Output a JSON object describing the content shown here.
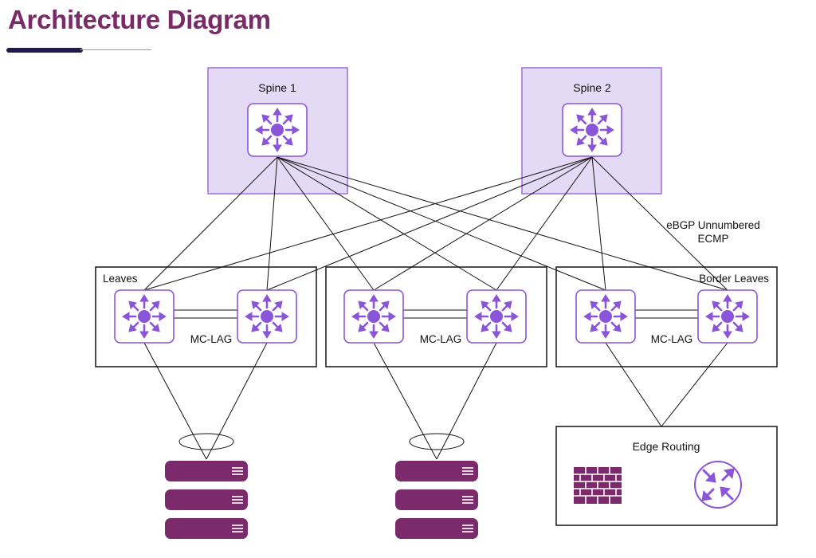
{
  "title": "Architecture Diagram",
  "colors": {
    "title": "#7a2a66",
    "spine_fill": "#e5daf6",
    "spine_border": "#9b6fd6",
    "switch_icon": "#8a55d9",
    "server": "#7b2a6b",
    "firewall": "#7b2a6b",
    "lines": "#111111"
  },
  "spines": [
    {
      "label": "Spine 1",
      "icon": "switch-icon"
    },
    {
      "label": "Spine 2",
      "icon": "switch-icon"
    }
  ],
  "leaf_groups": [
    {
      "label": "Leaves",
      "mclag_label": "MC-LAG"
    },
    {
      "label": "",
      "mclag_label": "MC-LAG"
    },
    {
      "label": "Border Leaves",
      "mclag_label": "MC-LAG"
    }
  ],
  "annotation": {
    "line1": "eBGP Unnumbered",
    "line2": "ECMP"
  },
  "edge_routing": {
    "label": "Edge Routing",
    "icons": [
      "firewall-icon",
      "router-icon"
    ]
  },
  "server_stacks": [
    {
      "icon": "server-icon",
      "units": 3
    },
    {
      "icon": "server-icon",
      "units": 3
    }
  ]
}
